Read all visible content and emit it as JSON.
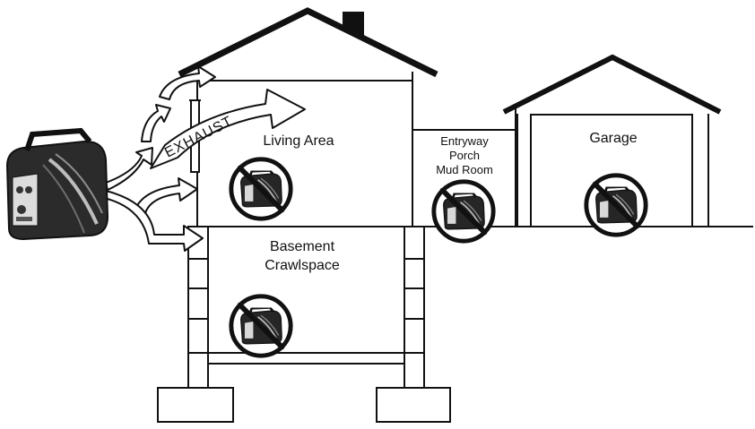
{
  "labels": {
    "exhaust": "EXHAUST",
    "living_area": "Living Area",
    "basement": "Basement",
    "crawlspace": "Crawlspace",
    "entryway": "Entryway",
    "porch": "Porch",
    "mud_room": "Mud Room",
    "garage": "Garage"
  },
  "icons": {
    "generator": "portable-generator-icon",
    "prohibited": "no-generator-sign-icon"
  },
  "colors": {
    "line": "#111111",
    "fill": "#ffffff",
    "generator_body": "#2a2a2a"
  }
}
